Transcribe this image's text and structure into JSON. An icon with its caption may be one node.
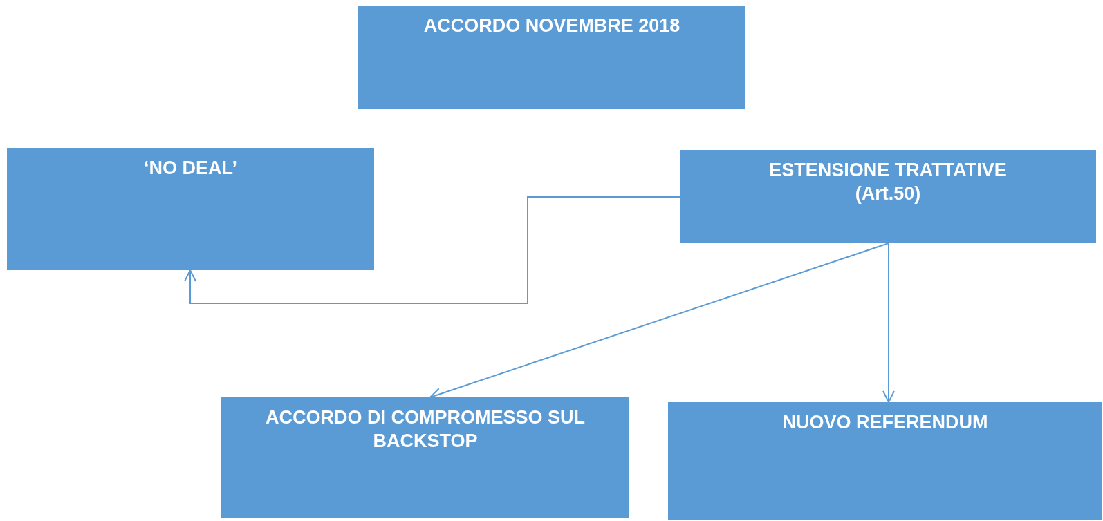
{
  "diagram": {
    "nodes": [
      {
        "text": [
          "ACCORDO NOVEMBRE 2018"
        ]
      },
      {
        "text": [
          "‘NO DEAL’"
        ]
      },
      {
        "text": [
          "ESTENSIONE TRATTATIVE",
          "(Art.50)"
        ]
      },
      {
        "text": [
          "ACCORDO DI COMPROMESSO SUL BACKSTOP"
        ]
      },
      {
        "text": [
          "NUOVO REFERENDUM"
        ]
      }
    ],
    "edges": [
      {
        "from": 2,
        "to": 1,
        "arrow": "to"
      },
      {
        "from": 2,
        "to": 3,
        "arrow": "to"
      },
      {
        "from": 2,
        "to": 4,
        "arrow": "to"
      }
    ]
  }
}
